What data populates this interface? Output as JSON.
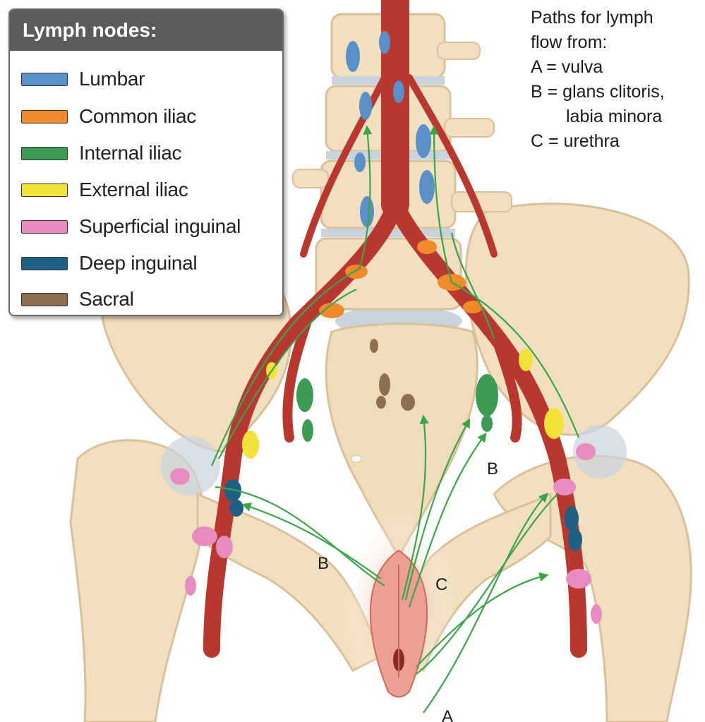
{
  "legend": {
    "title": "Lymph nodes:",
    "items": [
      {
        "label": "Lumbar",
        "color": "#5b8fc7"
      },
      {
        "label": "Common iliac",
        "color": "#f08a2a"
      },
      {
        "label": "Internal iliac",
        "color": "#3e9b54"
      },
      {
        "label": "External iliac",
        "color": "#f3e23a"
      },
      {
        "label": "Superficial inguinal",
        "color": "#e88cbf"
      },
      {
        "label": "Deep inguinal",
        "color": "#1f5f84"
      },
      {
        "label": "Sacral",
        "color": "#8b7050"
      }
    ]
  },
  "note": {
    "lines": [
      "Paths for lymph",
      "flow from:",
      "A = vulva",
      "B = glans clitoris,",
      "labia minora",
      "C = urethra"
    ]
  },
  "path_labels": {
    "a": "A",
    "b_left": "B",
    "b_right": "B",
    "c": "C"
  },
  "colors": {
    "bone": "#f1dfc0",
    "bone_shadow": "#d9c09a",
    "artery": "#b8382f",
    "lymph_path": "#3aa548",
    "cartilage": "#c9d3dd"
  }
}
